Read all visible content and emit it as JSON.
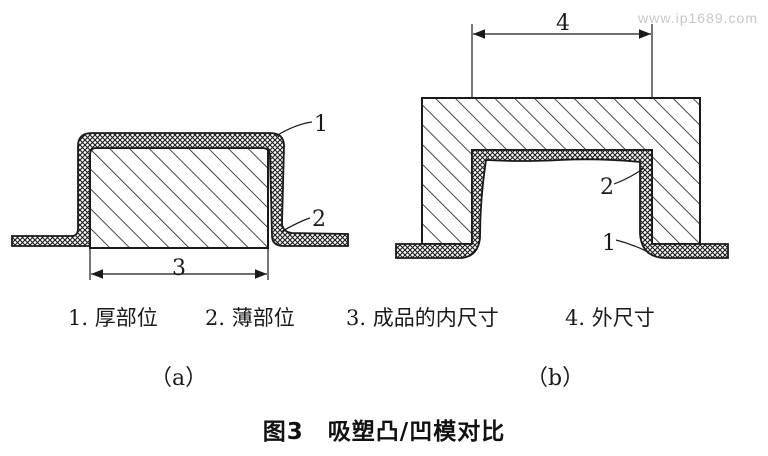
{
  "watermark": "www.ip1689.com",
  "diagram_a": {
    "label_thick": "1",
    "label_thin": "2",
    "label_inner": "3",
    "sub_label": "（a）"
  },
  "diagram_b": {
    "label_outer": "4",
    "label_thin": "2",
    "label_thick": "1",
    "sub_label": "（b）"
  },
  "legend": {
    "item1": "1. 厚部位",
    "item2": "2. 薄部位",
    "item3": "3. 成品的内尺寸",
    "item4": "4. 外尺寸"
  },
  "caption": "图3　吸塑凸/凹模对比"
}
